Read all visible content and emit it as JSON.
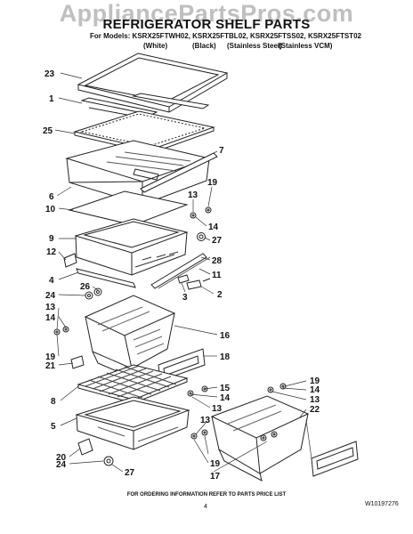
{
  "watermark": "AppliancePartsPros.com",
  "title": "REFRIGERATOR SHELF PARTS",
  "models_line": "For Models: KSRX25FTWH02, KSRX25FTBL02, KSRX25FTSS02, KSRX25FTST02",
  "variants": [
    "(White)",
    "(Black)",
    "(Stainless Steel)",
    "(Stainless VCM)"
  ],
  "callouts": [
    "23",
    "1",
    "25",
    "7",
    "6",
    "10",
    "13",
    "19",
    "14",
    "27",
    "9",
    "12",
    "28",
    "11",
    "4",
    "2",
    "26",
    "3",
    "24",
    "13",
    "14",
    "16",
    "19",
    "21",
    "18",
    "15",
    "14",
    "13",
    "19",
    "14",
    "13",
    "22",
    "8",
    "5",
    "13",
    "20",
    "24",
    "27",
    "19",
    "17"
  ],
  "footer": "FOR ORDERING INFORMATION REFER TO PARTS PRICE LIST",
  "page_number": "4",
  "document_number": "W10197276"
}
